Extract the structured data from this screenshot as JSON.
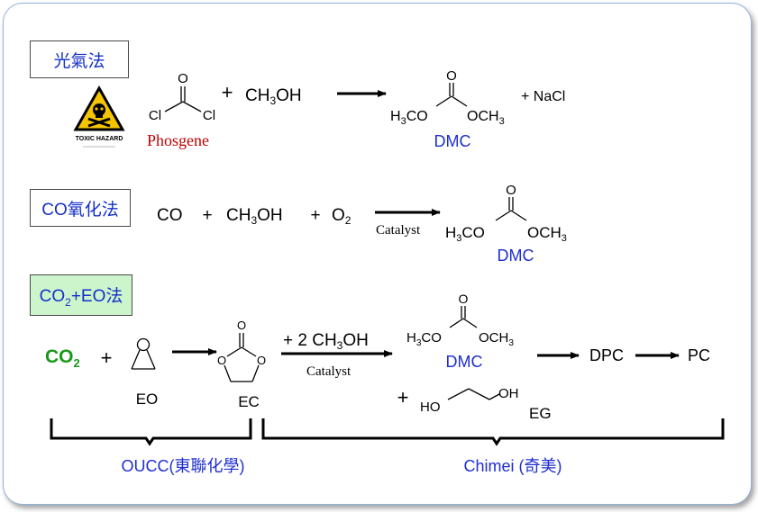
{
  "colors": {
    "frame_border": "#8fb2d9",
    "method_box_green": "#ccf5cc",
    "blue_label": "#1f2fd0",
    "red_label": "#c00000",
    "co2_green": "#1a9a1a",
    "hazard_yellow": "#f5c400"
  },
  "icons": {
    "toxic": "toxic-hazard-sign"
  },
  "section1": {
    "method": "光氣法",
    "hazard_label": "TOXIC HAZARD",
    "reactant1_atoms": {
      "o": "O",
      "cl_left": "Cl",
      "cl_right": "Cl"
    },
    "reactant1_name": "Phosgene",
    "plus": "+",
    "methanol": "CH3OH",
    "product_atoms": {
      "o": "O",
      "left": "H3CO",
      "right": "OCH3"
    },
    "product_name": "DMC",
    "byproduct": "+ NaCl"
  },
  "section2": {
    "method": "CO氧化法",
    "co": "CO",
    "plus1": "+",
    "methanol": "CH3OH",
    "plus2": "+",
    "oxygen": "O2",
    "catalyst": "Catalyst",
    "product_atoms": {
      "o": "O",
      "left": "H3CO",
      "right": "OCH3"
    },
    "product_name": "DMC"
  },
  "section3": {
    "method": "CO2+EO法",
    "co2": "CO2",
    "plus": "+",
    "eo_name": "EO",
    "ec_atoms": {
      "o_top": "O",
      "o_left": "O",
      "o_right": "O"
    },
    "ec_name": "EC",
    "reagent": "+ 2 CH3OH",
    "catalyst": "Catalyst",
    "dmc_atoms": {
      "o": "O",
      "left": "H3CO",
      "right": "OCH3"
    },
    "dmc_name": "DMC",
    "dpc": "DPC",
    "pc": "PC",
    "plus_eg": "+",
    "eg_atoms": {
      "ho": "HO",
      "oh": "OH"
    },
    "eg_name": "EG",
    "brace1_label": "OUCC(東聯化學)",
    "brace2_label": "Chimei (奇美)"
  }
}
